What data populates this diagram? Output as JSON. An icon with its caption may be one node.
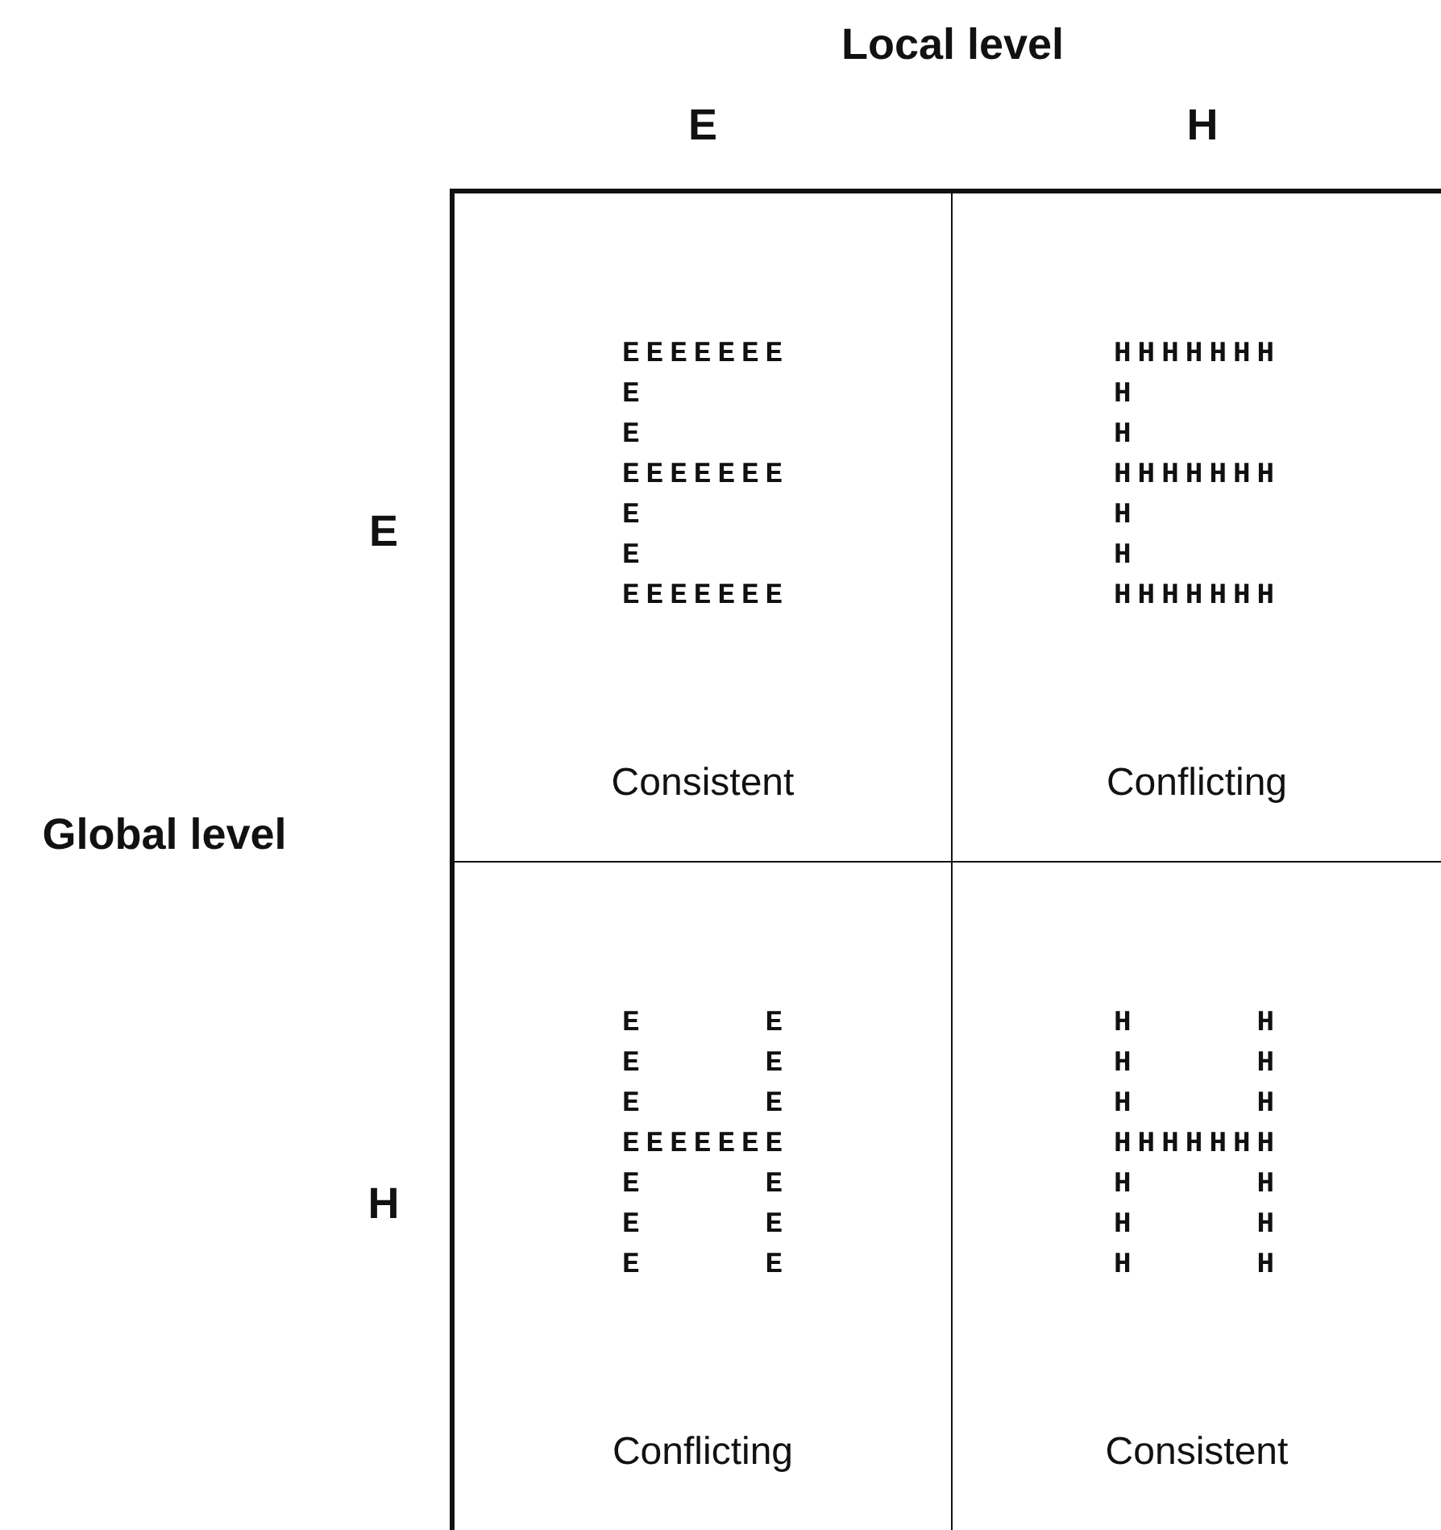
{
  "diagram": {
    "nodes": [
      {
        "text": [
          "EEEEEEE",
          "E",
          "E",
          "EEEEEEE",
          "E",
          "E",
          "EEEEEEE",
          "Consistent"
        ]
      },
      {
        "text": [
          "HHHHHHH",
          "H",
          "H",
          "HHHHHHH",
          "H",
          "H",
          "HHHHHHH",
          "Conflicting"
        ]
      },
      {
        "text": [
          "E E",
          "E E",
          "E E",
          "EEEEEEE",
          "E E",
          "E E",
          "E E",
          "Conflicting"
        ]
      },
      {
        "text": [
          "H H",
          "H H",
          "H H",
          "HHHHHHH",
          "H H",
          "H H",
          "H H",
          "Consistent"
        ]
      }
    ],
    "labels": [
      "Local level",
      "E",
      "H",
      "E",
      "Global level",
      "H"
    ]
  }
}
